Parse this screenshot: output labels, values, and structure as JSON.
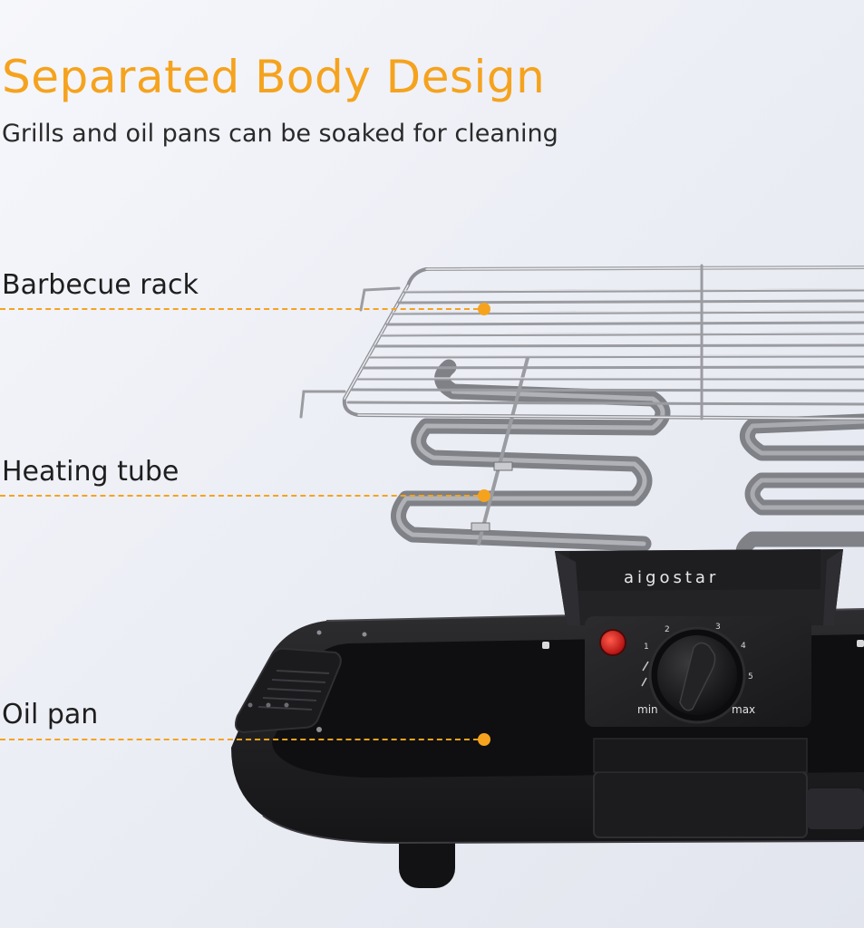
{
  "header": {
    "title": "Separated Body Design",
    "subtitle": "Grills and oil pans can be soaked for cleaning"
  },
  "callouts": [
    {
      "label": "Barbecue rack"
    },
    {
      "label": "Heating tube"
    },
    {
      "label": "Oil pan"
    }
  ],
  "product": {
    "brand": "aigostar",
    "dial": {
      "marks": [
        "1",
        "2",
        "3",
        "4",
        "5"
      ],
      "min_label": "min",
      "max_label": "max"
    }
  },
  "colors": {
    "accent": "#f5a31e",
    "body": "#1f1f21",
    "steel": "#8a8c92",
    "indicator": "#d81f1f"
  }
}
